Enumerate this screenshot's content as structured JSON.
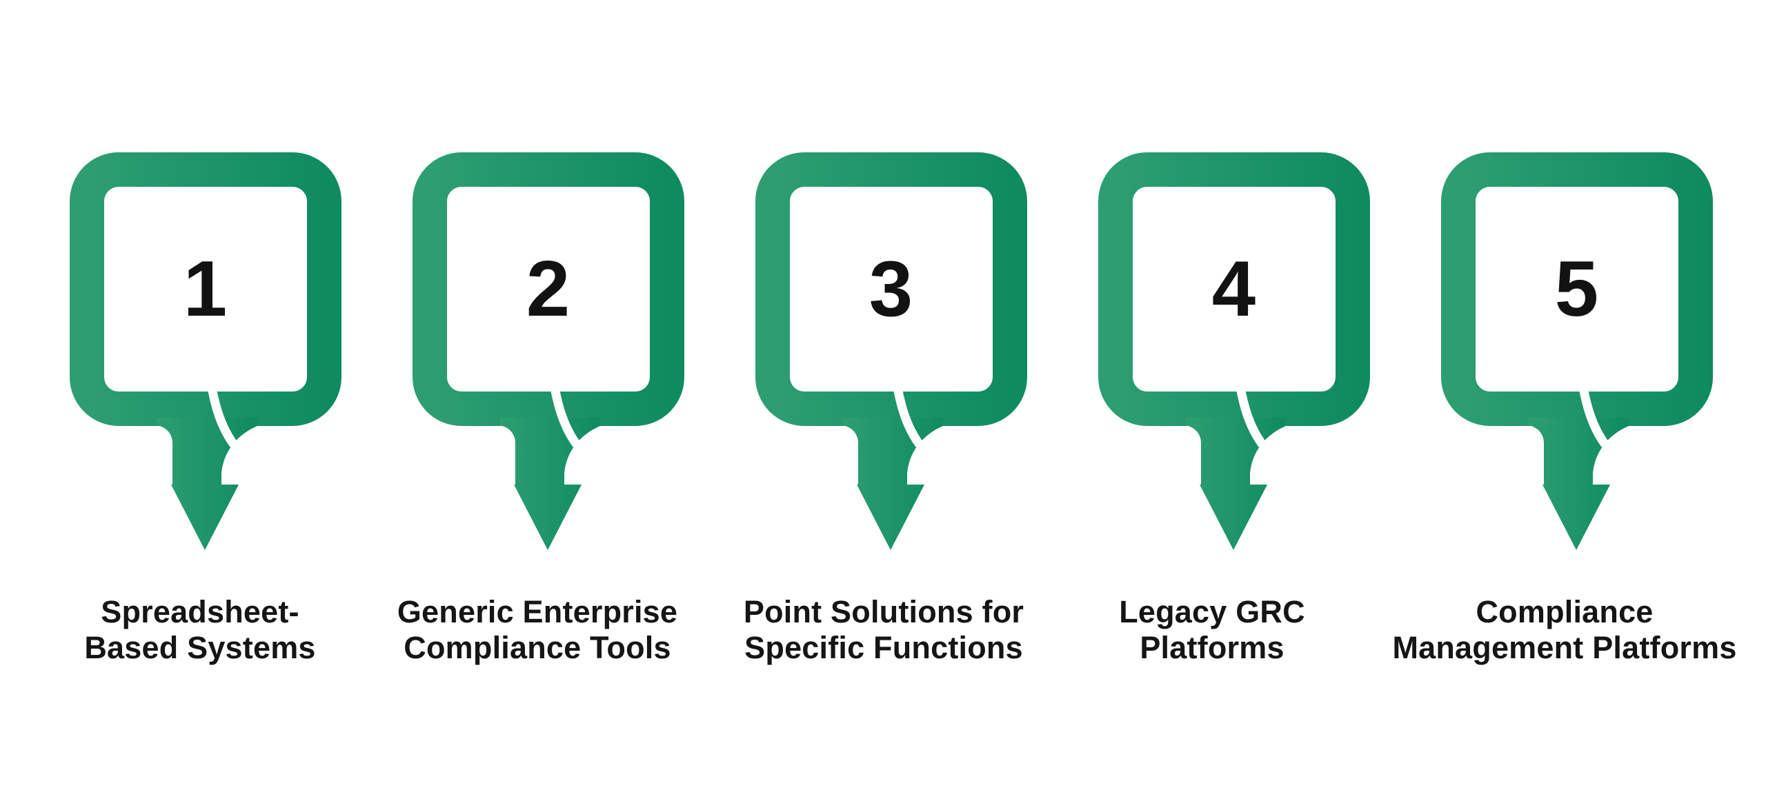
{
  "diagram": {
    "type": "numbered-step-infographic",
    "background": "#FFFFFF",
    "shape_icon": "rounded-frame-with-down-arrow",
    "colors": {
      "shape_gradient_start": "#2D9E72",
      "shape_gradient_end": "#0F8B60",
      "number_text": "#121212",
      "label_text": "#151515"
    },
    "steps": [
      {
        "number": "1",
        "label": "Spreadsheet-\nBased Systems"
      },
      {
        "number": "2",
        "label": "Generic Enterprise\nCompliance Tools"
      },
      {
        "number": "3",
        "label": "Point Solutions for\nSpecific Functions"
      },
      {
        "number": "4",
        "label": "Legacy GRC\nPlatforms"
      },
      {
        "number": "5",
        "label": "Compliance\nManagement Platforms"
      }
    ]
  }
}
